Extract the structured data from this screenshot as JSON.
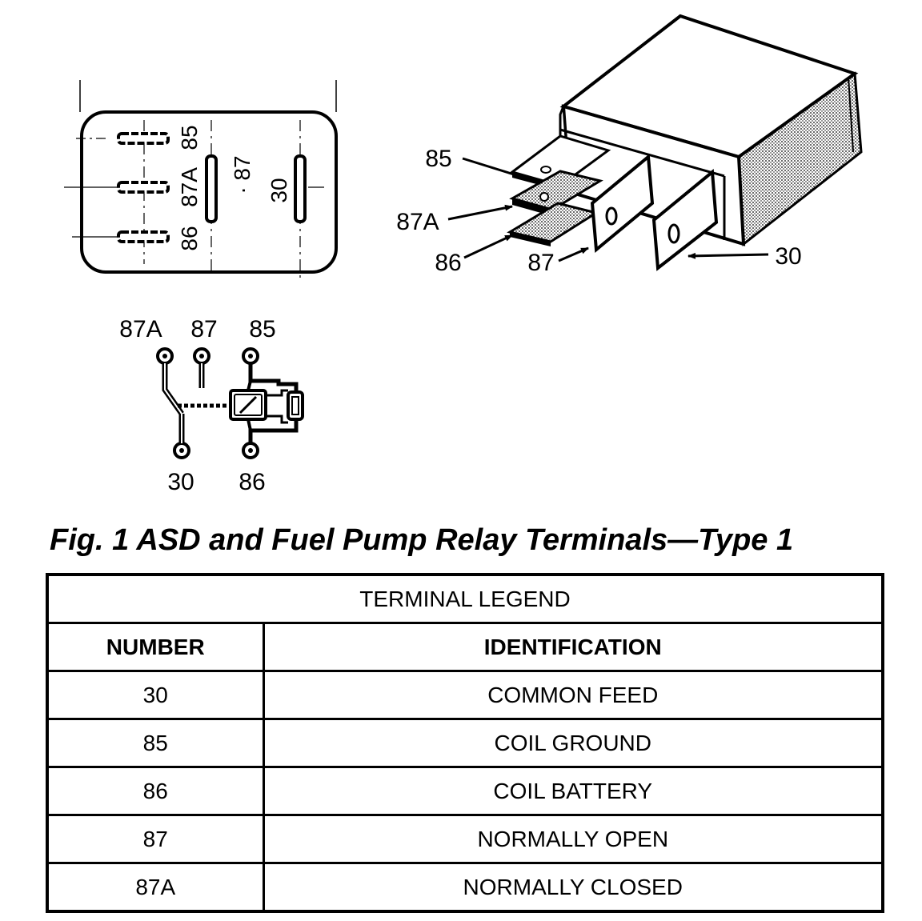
{
  "figure": {
    "caption": "Fig. 1 ASD and Fuel Pump Relay Terminals—Type 1",
    "socket_view": {
      "labels": {
        "t85": "85",
        "t87A": "87A",
        "t86": "86",
        "t87": "87",
        "dot": "·",
        "t30": "30"
      }
    },
    "relay_view": {
      "labels": {
        "t85": "85",
        "t87A": "87A",
        "t86": "86",
        "t87": "87",
        "t30": "30"
      }
    },
    "schematic": {
      "labels": {
        "t87A": "87A",
        "t87": "87",
        "t85": "85",
        "t30": "30",
        "t86": "86"
      }
    }
  },
  "legend": {
    "title": "TERMINAL LEGEND",
    "headers": {
      "number": "NUMBER",
      "identification": "IDENTIFICATION"
    },
    "rows": [
      {
        "number": "30",
        "identification": "COMMON FEED"
      },
      {
        "number": "85",
        "identification": "COIL GROUND"
      },
      {
        "number": "86",
        "identification": "COIL BATTERY"
      },
      {
        "number": "87",
        "identification": "NORMALLY OPEN"
      },
      {
        "number": "87A",
        "identification": "NORMALLY CLOSED"
      }
    ]
  }
}
